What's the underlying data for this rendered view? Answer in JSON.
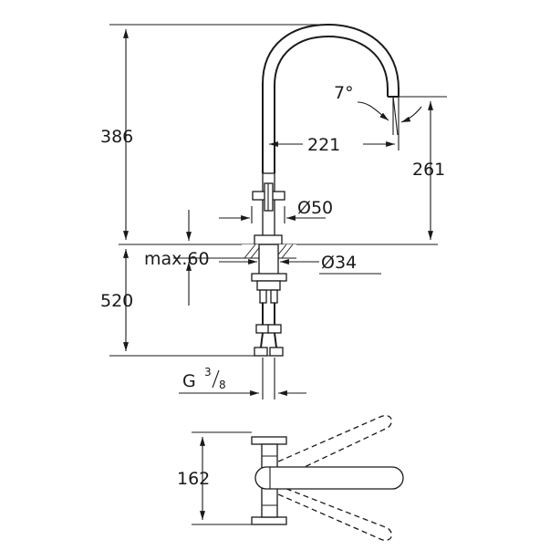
{
  "dimensions": {
    "height_total": "386",
    "height_spout": "261",
    "reach": "221",
    "angle": "7°",
    "handle_diameter": "Ø50",
    "hole_diameter": "Ø34",
    "max_thickness": "max.60",
    "below_counter": "520",
    "thread_main": "G",
    "thread_num": "3",
    "thread_den": "8",
    "top_view_width": "162"
  }
}
